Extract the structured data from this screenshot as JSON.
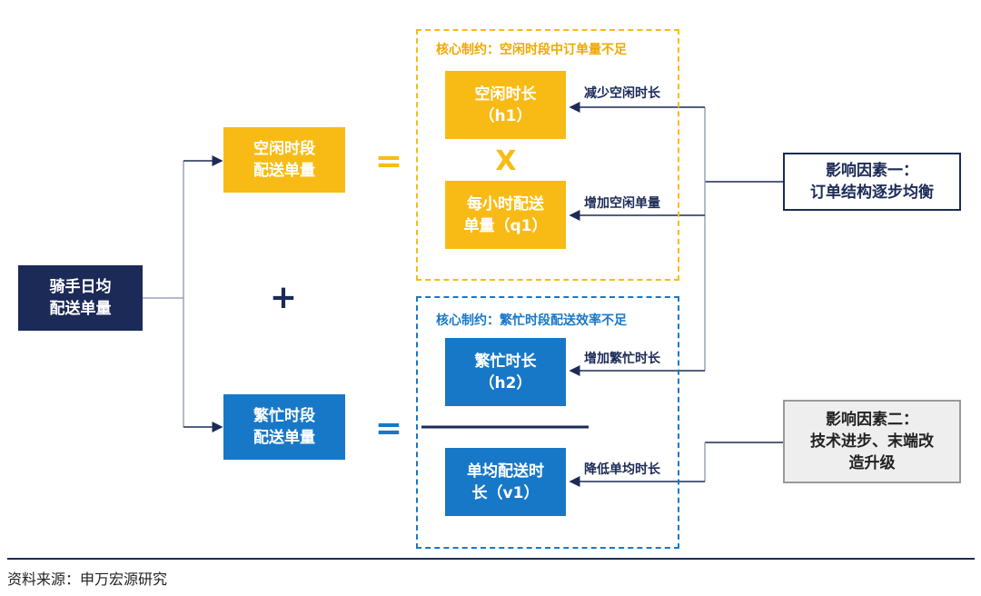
{
  "root": "骑手日均\n配送单量",
  "idle_total": "空闲时段\n配送单量",
  "busy_total": "繁忙时段\n配送单量",
  "operators": {
    "plus": "+",
    "equals": "=",
    "times": "X"
  },
  "idle_section": {
    "caption": "核心制约：空闲时段中订单量不足",
    "duration": "空闲时长\n（h1）",
    "hourly": "每小时配送\n单量（q1）",
    "duration_label": "减少空闲时长",
    "hourly_label": "增加空闲单量"
  },
  "busy_section": {
    "caption": "核心制约：繁忙时段配送效率不足",
    "duration": "繁忙时长\n（h2）",
    "per_order": "单均配送时\n长（v1）",
    "duration_label": "增加繁忙时长",
    "per_order_label": "降低单均时长"
  },
  "factor1": "影响因素一：\n订单结构逐步均衡",
  "factor2": "影响因素二：\n技术进步、末端改\n造升级",
  "source": "资料来源：申万宏源研究",
  "colors": {
    "navy": "#1b2a57",
    "yellow": "#f8bb16",
    "blue": "#1878c8",
    "gray": "#eeeeee"
  }
}
